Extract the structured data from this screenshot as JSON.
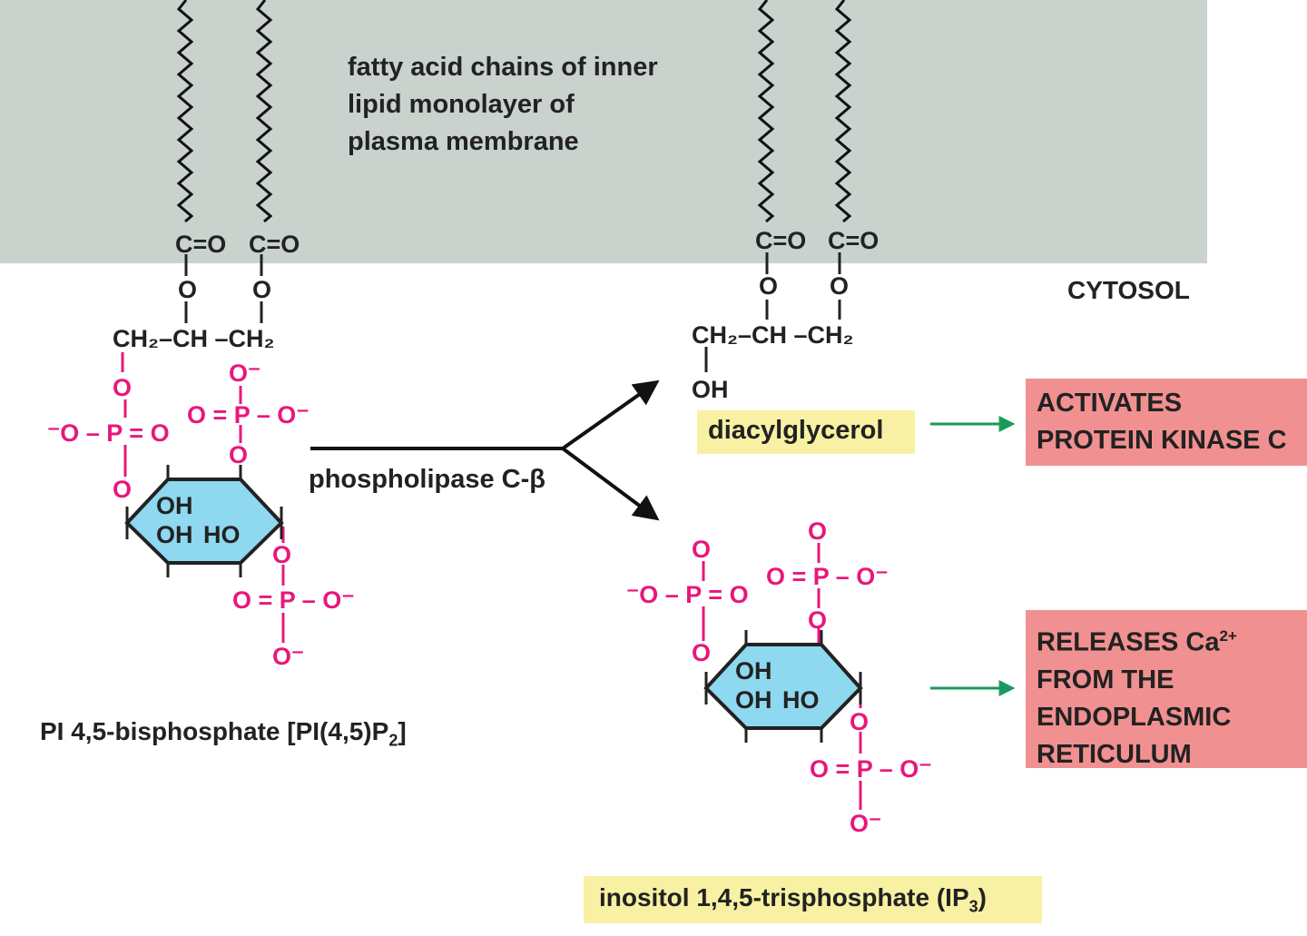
{
  "membrane": {
    "caption_lines": [
      "fatty acid chains of inner",
      "lipid monolayer of",
      "plasma membrane"
    ],
    "color": "#c9d2cd"
  },
  "cytosol_label": "CYTOSOL",
  "reactant": {
    "name_prefix": "PI 4,5-bisphosphate [PI(4,5)P",
    "name_sub": "2",
    "name_suffix": "]"
  },
  "enzyme": {
    "name": "phospholipase C-β"
  },
  "products": {
    "dag": {
      "name": "diacylglycerol",
      "effect_lines": [
        "ACTIVATES",
        "PROTEIN KINASE C"
      ]
    },
    "ip3": {
      "name_prefix": "inositol 1,4,5-trisphosphate (IP",
      "name_sub": "3",
      "name_suffix": ")",
      "effect_lines": [
        "RELEASES Ca",
        "FROM THE",
        "ENDOPLASMIC",
        "RETICULUM"
      ],
      "effect_sup": "2+"
    }
  },
  "chem": {
    "ester": "C=O",
    "oxygen": "O",
    "backbone": "CH₂–CH –CH₂",
    "hydroxyl": "OH",
    "phosphate": "P",
    "o_neg": "O⁻",
    "neg_o": "⁻O",
    "double_o": "O ="
  },
  "colors": {
    "phosphate": "#e8177a",
    "inositol_ring": "#8ed8f0",
    "highlight": "#f8f1a3",
    "effect_box": "#f19090",
    "effect_arrow": "#1a9a5a",
    "reaction_arrow": "#111111"
  }
}
